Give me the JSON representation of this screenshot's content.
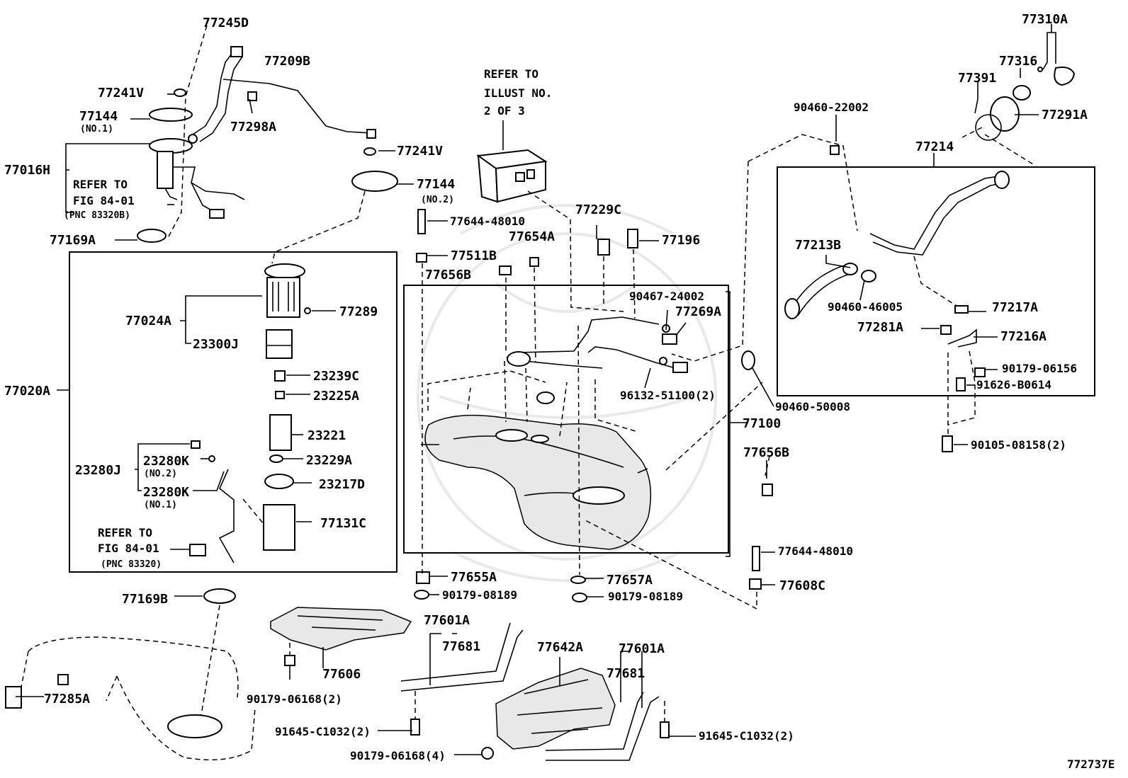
{
  "diagram_id": "772737E",
  "notes": {
    "refer_top": [
      "REFER TO",
      "ILLUST NO.",
      "2 OF 3"
    ],
    "refer_fig_a": [
      "REFER TO",
      "FIG 84-01",
      "(PNC 83320B)"
    ],
    "refer_fig_b": [
      "REFER TO",
      "FIG 84-01",
      "(PNC 83320)"
    ]
  },
  "labels": {
    "p77245D": "77245D",
    "p77209B": "77209B",
    "p77241V_a": "77241V",
    "p77144_a": "77144",
    "p77144_a_sub": "(NO.1)",
    "p77298A": "77298A",
    "p77241V_b": "77241V",
    "p77016H": "77016H",
    "p77144_b": "77144",
    "p77144_b_sub": "(NO.2)",
    "p77169A": "77169A",
    "p77644_a": "77644-48010",
    "p77654A": "77654A",
    "p77511B": "77511B",
    "p77656B_a": "77656B",
    "p77229C": "77229C",
    "p77196": "77196",
    "p77024A": "77024A",
    "p77289": "77289",
    "p23300J": "23300J",
    "p23239C": "23239C",
    "p23225A": "23225A",
    "p77020A": "77020A",
    "p23221": "23221",
    "p23280J": "23280J",
    "p23280K_a": "23280K",
    "p23280K_a_sub": "(NO.2)",
    "p23229A": "23229A",
    "p23217D": "23217D",
    "p23280K_b": "23280K",
    "p23280K_b_sub": "(NO.1)",
    "p77131C": "77131C",
    "p77169B": "77169B",
    "p77285A": "77285A",
    "p90179_06168_a": "90179-06168(2)",
    "p77606": "77606",
    "p91645_a": "91645-C1032(2)",
    "p90179_06168_b": "90179-06168(4)",
    "p77601A_a": "77601A",
    "p77681_a": "77681",
    "p77642A": "77642A",
    "p77601A_b": "77601A",
    "p77681_b": "77681",
    "p91645_b": "91645-C1032(2)",
    "p77655A": "77655A",
    "p90179_08189_a": "90179-08189",
    "p77657A": "77657A",
    "p90179_08189_b": "90179-08189",
    "p90467": "90467-24002",
    "p77269A": "77269A",
    "p96132": "96132-51100(2)",
    "p77100": "77100",
    "p90460_50008": "90460-50008",
    "p77656B_b": "77656B",
    "p77644_b": "77644-48010",
    "p77608C": "77608C",
    "p77310A": "77310A",
    "p77316": "77316",
    "p77391": "77391",
    "p77291A": "77291A",
    "p90460_22002": "90460-22002",
    "p77214": "77214",
    "p77213B": "77213B",
    "p90460_46005": "90460-46005",
    "p77217A": "77217A",
    "p77281A": "77281A",
    "p77216A": "77216A",
    "p90179_06156": "90179-06156",
    "p91626": "91626-B0614",
    "p90105": "90105-08158(2)"
  }
}
